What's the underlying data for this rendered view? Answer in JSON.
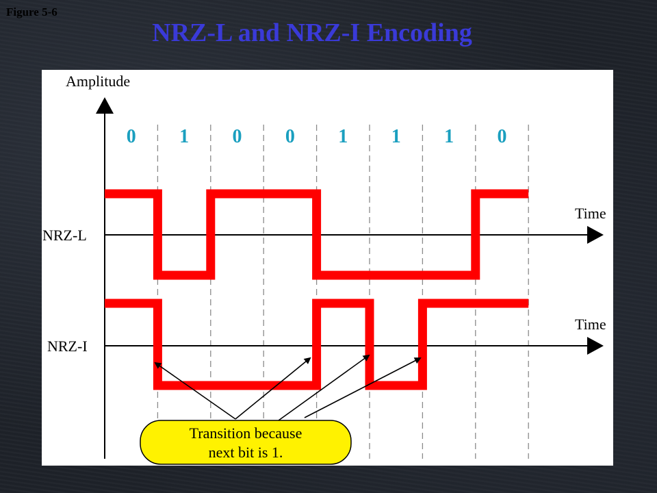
{
  "figure_label": "Figure 5-6",
  "title": "NRZ-L and NRZ-I Encoding",
  "diagram": {
    "amplitude_label": "Amplitude",
    "time_label": "Time",
    "bits": [
      "0",
      "1",
      "0",
      "0",
      "1",
      "1",
      "1",
      "0"
    ],
    "signals": [
      {
        "label": "NRZ-L",
        "levels": [
          1,
          0,
          1,
          1,
          0,
          0,
          0,
          1
        ]
      },
      {
        "label": "NRZ-I",
        "levels": [
          1,
          0,
          0,
          0,
          1,
          0,
          1,
          1
        ]
      }
    ],
    "callout": {
      "line1": "Transition because",
      "line2": "next bit is 1."
    }
  },
  "colors": {
    "signal": "#ff0000",
    "bits": "#1a9fbf",
    "callout_fill": "#fff200",
    "title": "#3a3ad8"
  }
}
